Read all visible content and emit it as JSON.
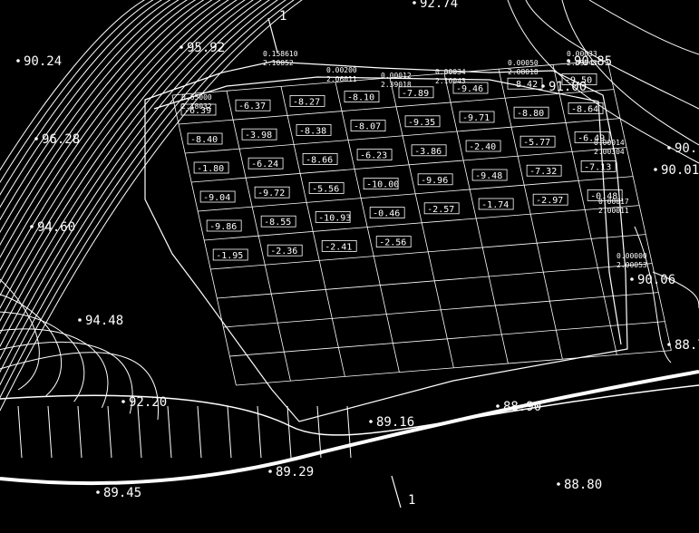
{
  "view": {
    "background": "#000000",
    "line_color": "#ffffff"
  },
  "spot_elevations": [
    "92.74",
    "95.92",
    "90.24",
    "96.28",
    "94.60",
    "94.48",
    "92.20",
    "89.45",
    "89.29",
    "89.16",
    "88.90",
    "88.80",
    "90.06",
    "88.7",
    "90.1",
    "90.01",
    "91.00",
    "90.85"
  ],
  "section_marks": [
    "1",
    "1"
  ],
  "cut_fill_values": [
    "-6.39",
    "-6.37",
    "-8.27",
    "-8.10",
    "-7.89",
    "-9.46",
    "-8.42",
    "-9.50",
    "-8.40",
    "-3.98",
    "-8.38",
    "-8.07",
    "-9.35",
    "-9.71",
    "-8.80",
    "-8.64",
    "-1.80",
    "-6.24",
    "-8.66",
    "-6.23",
    "-3.86",
    "-2.40",
    "-5.77",
    "-6.49",
    "-9.04",
    "-9.72",
    "-5.56",
    "-10.00",
    "-9.96",
    "-9.48",
    "-7.32",
    "-7.13",
    "-9.86",
    "-8.55",
    "-10.93",
    "-0.46",
    "-2.57",
    "-1.74",
    "-2.97",
    "-0.48",
    "-1.95",
    "-2.36",
    "-2.41",
    "-2.56"
  ],
  "point_annotations": [
    "0.158610",
    "2.10052",
    "0.00200",
    "2.06011",
    "0.00012",
    "2.39018",
    "0.00034",
    "2.10043",
    "0.00050",
    "2.08018",
    "0.00033",
    "2.09043",
    "0.00014",
    "2.00304",
    "0.00017",
    "2.00011",
    "0.00000",
    "2.00053",
    "0.65000",
    "2.18032"
  ]
}
